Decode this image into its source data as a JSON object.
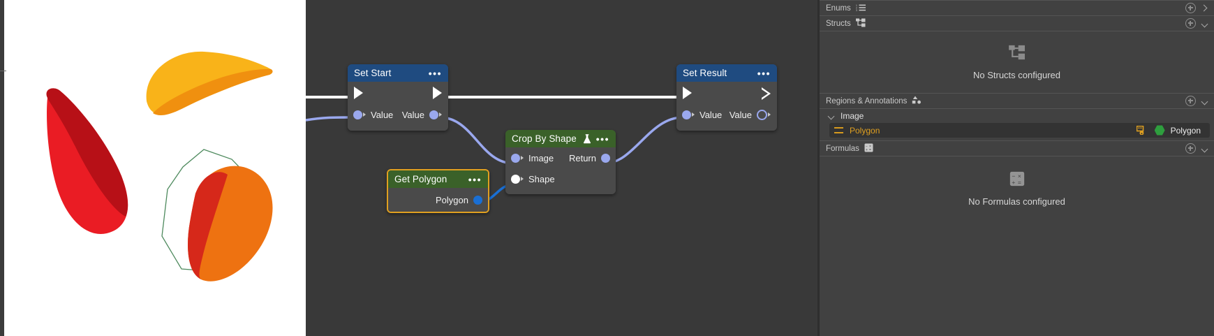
{
  "viewer": {
    "background": "#ffffff",
    "shapes": [
      {
        "name": "yellow-petal",
        "fill_light": "#f9b319",
        "fill_dark": "#f08a14"
      },
      {
        "name": "red-petal",
        "fill_light": "#ea1c24",
        "fill_dark": "#b71017"
      },
      {
        "name": "orange-petal",
        "fill_light": "#ee7211",
        "fill_dark": "#d6281a"
      }
    ],
    "polygon_outline_color": "#4e8a5e"
  },
  "canvas": {
    "background": "#393939",
    "wire_colors": {
      "exec": "#ffffff",
      "data_purple": "#9aa8ee",
      "data_blue": "#1a6fd4"
    },
    "nodes": [
      {
        "id": "set-start",
        "title": "Set Start",
        "header_color": "#1f4b80",
        "menu": "•••",
        "inputs": [
          {
            "label": "Value",
            "pin": "purple"
          }
        ],
        "outputs": [
          {
            "label": "Value",
            "pin": "purple"
          }
        ]
      },
      {
        "id": "get-polygon",
        "title": "Get Polygon",
        "header_color": "#3a6129",
        "menu": "•••",
        "selected": true,
        "selection_color": "#e0a020",
        "outputs": [
          {
            "label": "Polygon",
            "pin": "blue"
          }
        ]
      },
      {
        "id": "crop-by-shape",
        "title": "Crop By Shape",
        "header_color": "#3a6129",
        "menu": "•••",
        "badge_icon": "flask-icon",
        "inputs": [
          {
            "label": "Image",
            "pin": "purple"
          },
          {
            "label": "Shape",
            "pin": "white"
          }
        ],
        "outputs": [
          {
            "label": "Return",
            "pin": "purple"
          }
        ]
      },
      {
        "id": "set-result",
        "title": "Set Result",
        "header_color": "#1f4b80",
        "menu": "•••",
        "inputs": [
          {
            "label": "Value",
            "pin": "purple"
          }
        ],
        "outputs": [
          {
            "label": "Value",
            "pin": "hollow"
          }
        ]
      }
    ]
  },
  "panel": {
    "sections": [
      {
        "id": "enums",
        "label": "Enums",
        "icon": "numbered-list-icon",
        "add": "+",
        "chevron": "chevron-right"
      },
      {
        "id": "structs",
        "label": "Structs",
        "icon": "struct-tree-icon",
        "add": "+",
        "chevron": "chevron-down"
      }
    ],
    "structs_empty": {
      "text": "No Structs configured",
      "icon": "struct-tree-icon"
    },
    "regions": {
      "label": "Regions & Annotations",
      "icon": "shapes-icon",
      "add": "+",
      "chevron": "chevron-down",
      "group": {
        "label": "Image",
        "chevron": "chevron-down"
      },
      "items": [
        {
          "label": "Polygon",
          "handle_icon": "drag-handle-icon",
          "region_icon": "region-link-icon",
          "type_icon": "hexagon-icon",
          "type_label": "Polygon",
          "label_color": "#e0a020",
          "type_color": "#2e9e3e"
        }
      ]
    },
    "formulas": {
      "label": "Formulas",
      "icon": "calculator-icon",
      "add": "+",
      "chevron": "chevron-down",
      "empty_text": "No Formulas configured"
    }
  }
}
